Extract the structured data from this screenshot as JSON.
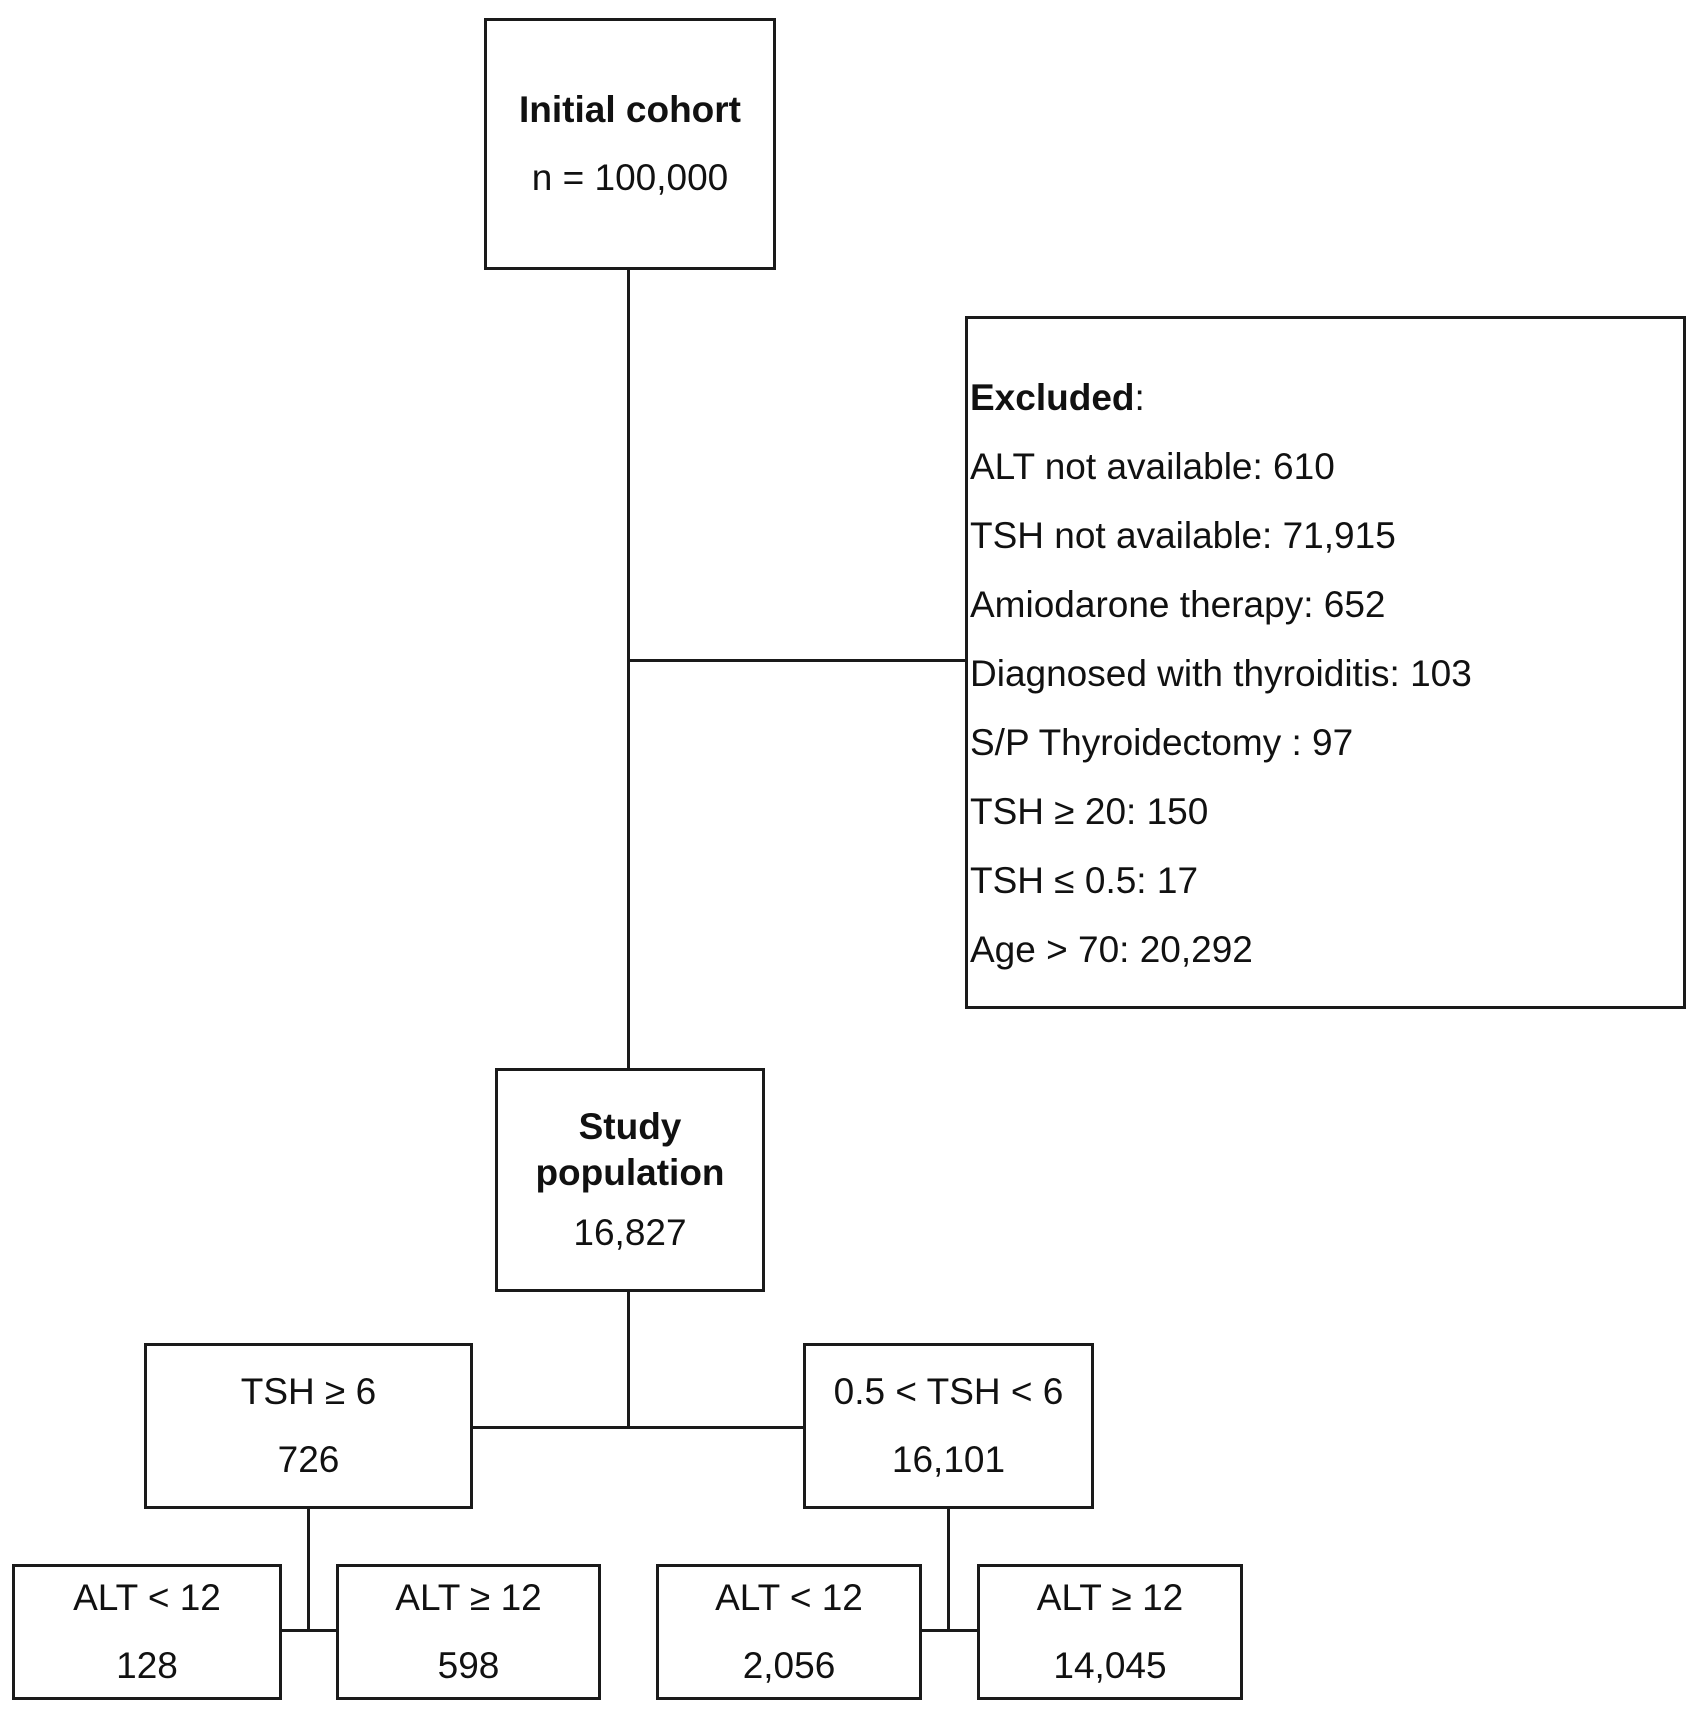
{
  "initial": {
    "title": "Initial cohort",
    "count": "n = 100,000"
  },
  "excluded": {
    "heading": "Excluded",
    "heading_suffix": ":",
    "items": [
      "ALT not available: 610",
      "TSH not available: 71,915",
      "Amiodarone therapy: 652",
      "Diagnosed with thyroiditis: 103",
      "S/P Thyroidectomy : 97",
      "TSH ≥ 20:  150",
      "TSH ≤ 0.5:  17",
      "Age > 70:  20,292"
    ]
  },
  "study": {
    "title_line1": "Study",
    "title_line2": "population",
    "count": "16,827"
  },
  "tsh_high": {
    "label": "TSH ≥ 6",
    "count": "726"
  },
  "tsh_normal": {
    "label": "0.5 < TSH < 6",
    "count": "16,101"
  },
  "leaves": [
    {
      "label": "ALT < 12",
      "count": "128"
    },
    {
      "label": "ALT ≥ 12",
      "count": "598"
    },
    {
      "label": "ALT < 12",
      "count": "2,056"
    },
    {
      "label": "ALT ≥ 12",
      "count": "14,045"
    }
  ]
}
